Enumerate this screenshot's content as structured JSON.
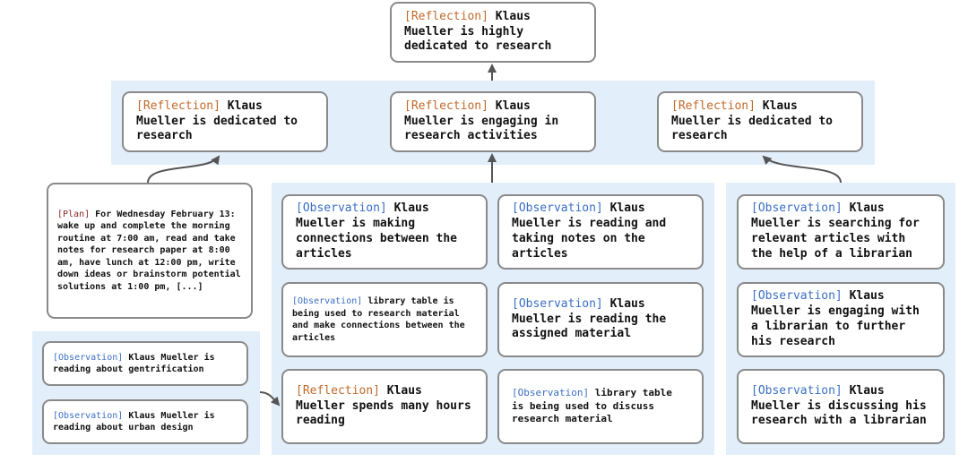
{
  "colors": {
    "panel": "#e3eefb",
    "reflection_tag": "#c06a2b",
    "observation_tag": "#3a6fc4",
    "plan_tag": "#8b2a2a",
    "node_border": "#8a8a8a",
    "arrow": "#555555"
  },
  "top": {
    "tag": "[Reflection]",
    "text": "Klaus Mueller is highly dedicated to research"
  },
  "reflections": [
    {
      "tag": "[Reflection]",
      "text": "Klaus Mueller is dedicated to research"
    },
    {
      "tag": "[Reflection]",
      "text": "Klaus Mueller is engaging in research activities"
    },
    {
      "tag": "[Reflection]",
      "text": "Klaus Mueller is dedicated to research"
    }
  ],
  "plan": {
    "tag": "[Plan]",
    "text": "For Wednesday February 13: wake up and complete the morning routine at 7:00 am, read and take notes for research paper at 8:00 am, have lunch at 12:00 pm, write down ideas or brainstorm potential solutions at 1:00 pm, [...]"
  },
  "left_observations": [
    {
      "tag": "[Observation]",
      "text": "Klaus Mueller is reading about gentrification"
    },
    {
      "tag": "[Observation]",
      "text": "Klaus Mueller is reading about urban design"
    }
  ],
  "middle": [
    {
      "tag": "[Observation]",
      "text": "Klaus Mueller is making connections between the articles"
    },
    {
      "tag": "[Observation]",
      "text": "Klaus Mueller is reading and taking notes on the articles"
    },
    {
      "tag": "[Observation]",
      "text": "library table is being used to research material and make connections between the articles"
    },
    {
      "tag": "[Observation]",
      "text": "Klaus Mueller is reading the assigned material"
    },
    {
      "tag": "[Reflection]",
      "text": "Klaus Mueller spends many hours reading"
    },
    {
      "tag": "[Observation]",
      "text": "library table is being used to discuss research material"
    }
  ],
  "right_observations": [
    {
      "tag": "[Observation]",
      "text": "Klaus Mueller is searching for relevant articles with the help of a librarian"
    },
    {
      "tag": "[Observation]",
      "text": "Klaus Mueller is engaging with a librarian to further his research"
    },
    {
      "tag": "[Observation]",
      "text": "Klaus Mueller is discussing his research with a librarian"
    }
  ]
}
